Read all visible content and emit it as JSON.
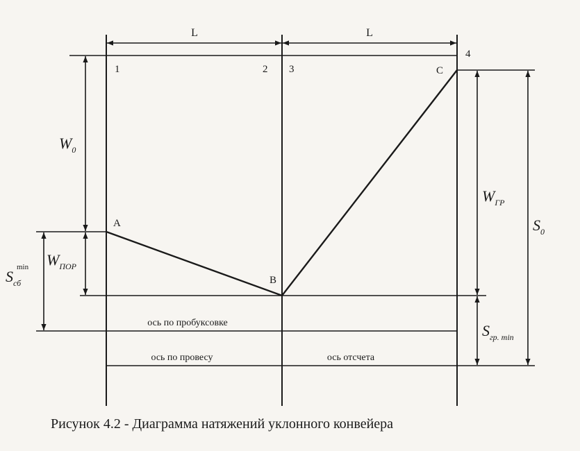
{
  "points": {
    "p1": "1",
    "p2": "2",
    "p3": "3",
    "p4": "4",
    "A": "A",
    "B": "B",
    "C": "C"
  },
  "dimensions": {
    "L_left": "L",
    "L_right": "L",
    "W0": {
      "main": "W",
      "sub": "0"
    },
    "Wpor": {
      "main": "W",
      "sub": "ПОР"
    },
    "Ssb_min": {
      "main": "S",
      "sub": "сб",
      "sup": "min"
    },
    "Wgr": {
      "main": "W",
      "sub": "ГР"
    },
    "S0": {
      "main": "S",
      "sub": "0"
    },
    "Sgr_min": {
      "main": "S",
      "sub": "гр. min"
    }
  },
  "axes": {
    "slip_axis": "ось по пробуксовке",
    "sag_axis": "ось по провесу",
    "ref_axis": "ось отсчета"
  },
  "caption": "Рисунок 4.2 - Диаграмма натяжений уклонного конвейера"
}
